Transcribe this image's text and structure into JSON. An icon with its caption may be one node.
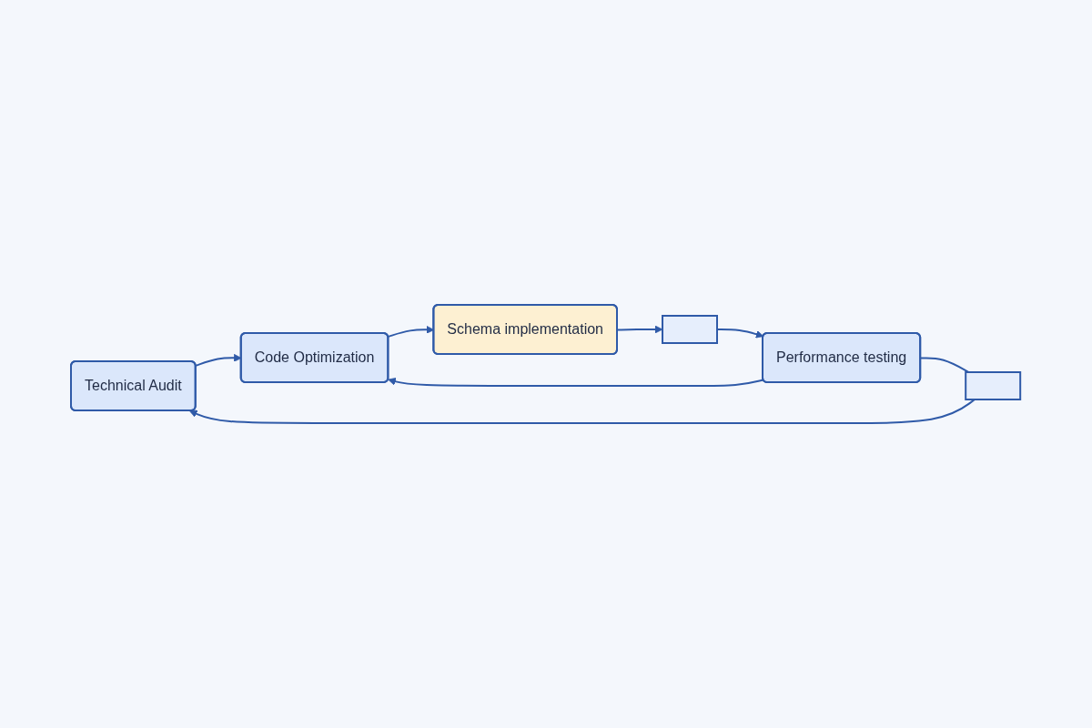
{
  "diagram": {
    "nodes": [
      {
        "text": [
          "Technical Audit"
        ]
      },
      {
        "text": [
          "Code Optimization"
        ]
      },
      {
        "text": [
          "Schema implementation"
        ]
      },
      {
        "text": [],
        "shape": "box"
      },
      {
        "text": [
          "Performance testing"
        ]
      },
      {
        "text": [],
        "shape": "box"
      }
    ],
    "edges": [
      {
        "from": 0,
        "to": 1,
        "arrow": "to"
      },
      {
        "from": 1,
        "to": 2,
        "arrow": "to"
      },
      {
        "from": 2,
        "to": 3,
        "arrow": "to"
      },
      {
        "from": 3,
        "to": 4,
        "arrow": "to"
      },
      {
        "from": 4,
        "to": 1,
        "arrow": "to"
      },
      {
        "from": 4,
        "to": 5,
        "arrow": "none"
      },
      {
        "from": 5,
        "to": 0,
        "arrow": "to"
      }
    ]
  }
}
